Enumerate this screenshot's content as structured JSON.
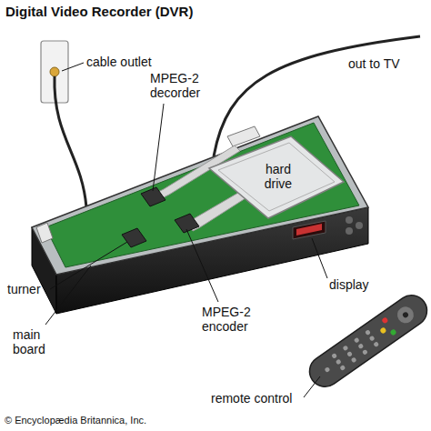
{
  "diagram": {
    "title": "Digital Video Recorder (DVR)",
    "labels": [
      "cable outlet",
      "out to TV",
      "MPEG-2 decorder",
      "hard drive",
      "display",
      "turner",
      "main board",
      "MPEG-2 encoder",
      "remote control",
      "© Encyclopædia Britannica, Inc."
    ]
  }
}
